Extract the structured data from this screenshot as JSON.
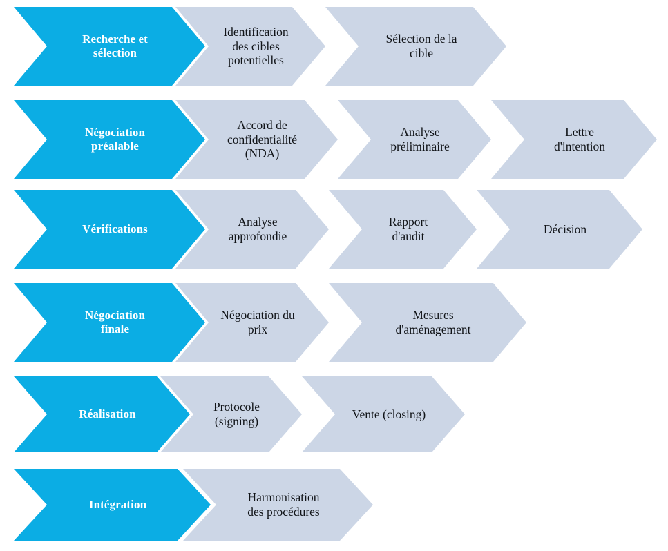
{
  "colors": {
    "primary": "#0BADE4",
    "secondary": "#ccd6e6",
    "primary_text": "#ffffff",
    "secondary_text": "#111418",
    "background": "#ffffff"
  },
  "diagram": {
    "type": "chevron-process-flow",
    "orientation": "horizontal-rows",
    "row_count": 6,
    "rows": [
      {
        "phase": "Recherche et sélection",
        "steps": [
          "Identification des cibles potentielles",
          "Sélection de la cible"
        ],
        "phase_lines": [
          "Recherche et",
          "sélection"
        ],
        "step_lines": [
          [
            "Identification",
            "des cibles",
            "potentielles"
          ],
          [
            "Sélection de la",
            "cible"
          ]
        ]
      },
      {
        "phase": "Négociation préalable",
        "steps": [
          "Accord de confidentialité (NDA)",
          "Analyse préliminaire",
          "Lettre d'intention"
        ],
        "phase_lines": [
          "Négociation",
          "préalable"
        ],
        "step_lines": [
          [
            "Accord de",
            "confidentialité",
            "(NDA)"
          ],
          [
            "Analyse",
            "préliminaire"
          ],
          [
            "Lettre",
            "d'intention"
          ]
        ]
      },
      {
        "phase": "Vérifications",
        "steps": [
          "Analyse approfondie",
          "Rapport d'audit",
          "Décision"
        ],
        "phase_lines": [
          "Vérifications"
        ],
        "step_lines": [
          [
            "Analyse",
            "approfondie"
          ],
          [
            "Rapport",
            "d'audit"
          ],
          [
            "Décision"
          ]
        ]
      },
      {
        "phase": "Négociation finale",
        "steps": [
          "Négociation du prix",
          "Mesures d'aménagement"
        ],
        "phase_lines": [
          "Négociation",
          "finale"
        ],
        "step_lines": [
          [
            "Négociation du",
            "prix"
          ],
          [
            "Mesures",
            "d'aménagement"
          ]
        ]
      },
      {
        "phase": "Réalisation",
        "steps": [
          "Protocole (signing)",
          "Vente (closing)"
        ],
        "phase_lines": [
          "Réalisation"
        ],
        "step_lines": [
          [
            "Protocole",
            "(signing)"
          ],
          [
            "Vente (closing)"
          ]
        ]
      },
      {
        "phase": "Intégration",
        "steps": [
          "Harmonisation des procédures"
        ],
        "phase_lines": [
          "Intégration"
        ],
        "step_lines": [
          [
            "Harmonisation",
            "des procédures"
          ]
        ]
      }
    ]
  }
}
